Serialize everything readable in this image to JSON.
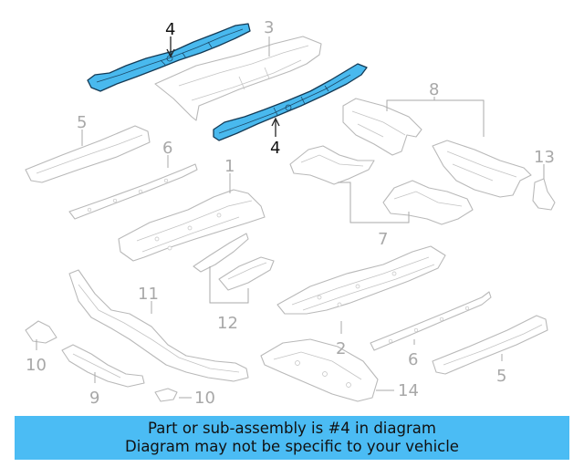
{
  "diagram": {
    "callouts": {
      "p4_top": "4",
      "p4_mid": "4",
      "p3": "3",
      "p5_left": "5",
      "p6_left": "6",
      "p8": "8",
      "p13": "13",
      "p1": "1",
      "p7": "7",
      "p11": "11",
      "p12": "12",
      "p10_left": "10",
      "p2": "2",
      "p6_right": "6",
      "p5_right": "5",
      "p9": "9",
      "p10_bottom": "10",
      "p14": "14"
    },
    "highlight_color": "#49b9ee",
    "part_line_color": "#b9b9b9"
  },
  "banner": {
    "line1": "Part or sub-assembly is #4 in diagram",
    "line2": "Diagram may not be specific to your vehicle",
    "color": "#4bbcf4"
  }
}
